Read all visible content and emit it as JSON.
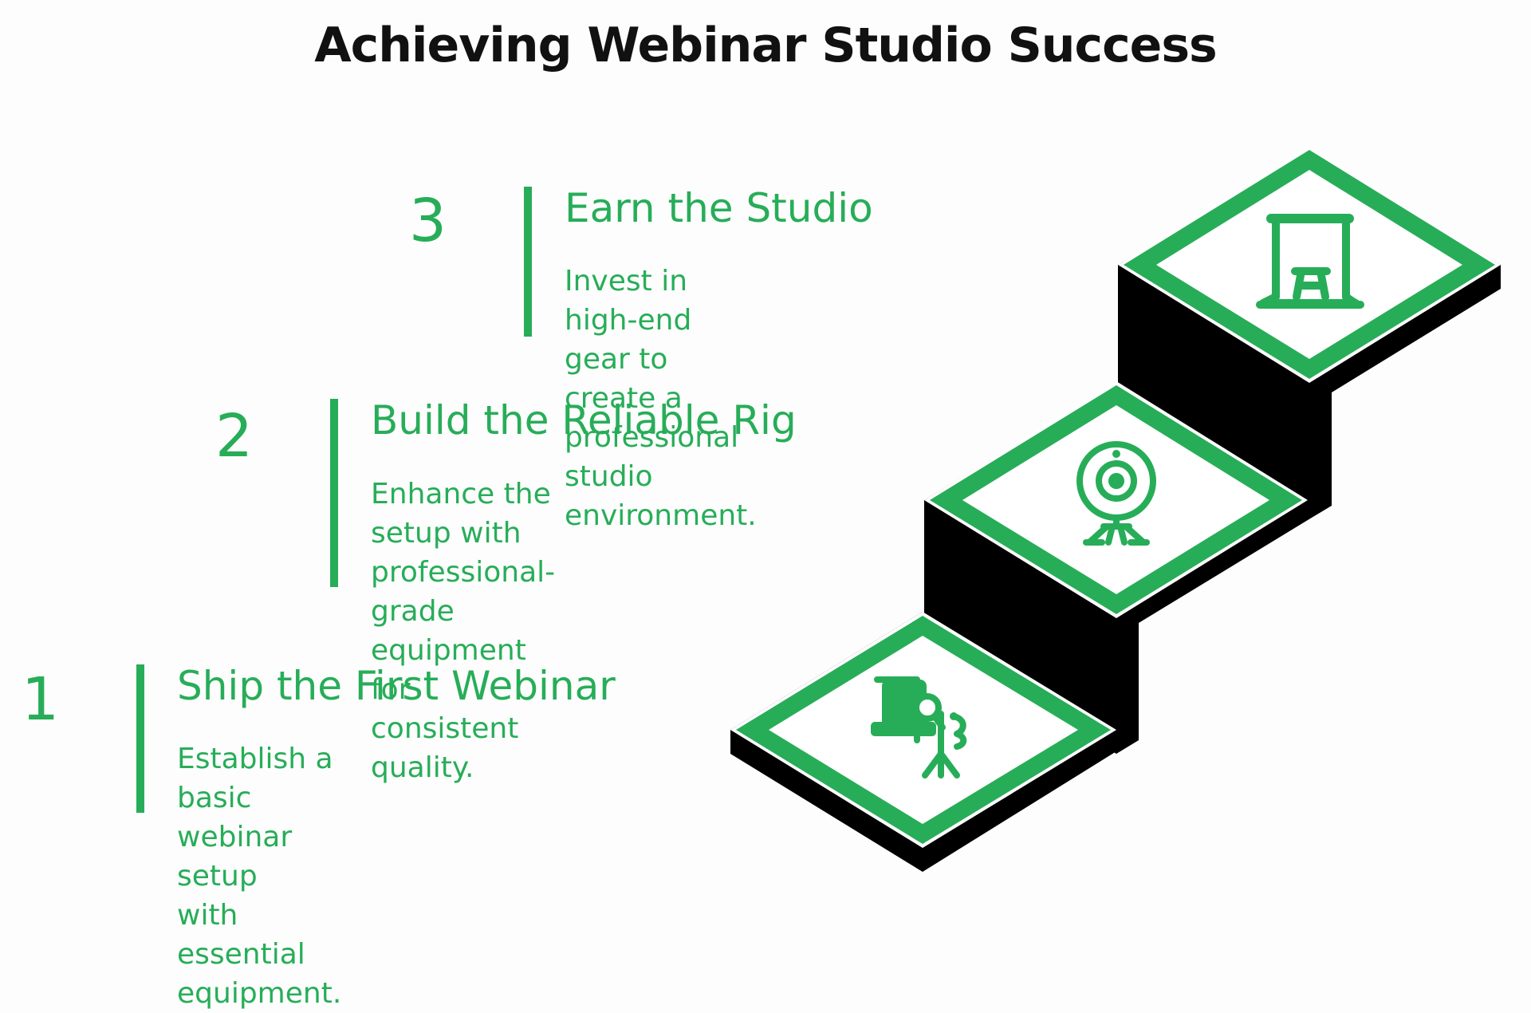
{
  "title": "Achieving Webinar Studio Success",
  "colors": {
    "accent": "#27ad58",
    "riser": "#000000",
    "background": "#fdfdfd",
    "title": "#111111"
  },
  "steps": [
    {
      "number": "1",
      "heading": "Ship the First Webinar",
      "description_lines": [
        "Establish a basic webinar setup",
        "with essential equipment."
      ],
      "icon": "webinar-presenter-icon"
    },
    {
      "number": "2",
      "heading": "Build the Reliable Rig",
      "description_lines": [
        "Enhance the setup with",
        "professional-grade equipment for",
        "consistent quality."
      ],
      "icon": "webcam-icon"
    },
    {
      "number": "3",
      "heading": "Earn the Studio",
      "description_lines": [
        "Invest in high-end gear to create a",
        "professional studio environment."
      ],
      "icon": "studio-backdrop-stool-icon"
    }
  ]
}
